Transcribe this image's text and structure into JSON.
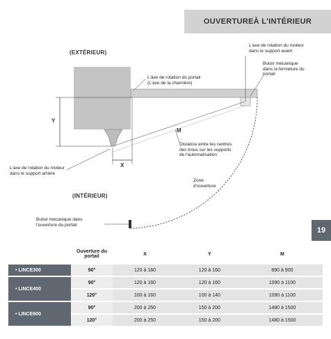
{
  "title": "OUVERTUREÀ L'INTÉRIEUR",
  "page_number": "19",
  "diagram": {
    "exterieur": "(EXTÉRIEUR)",
    "interieur": "(INTÉRIEUR)",
    "axe_rotation_portail": [
      "L'axe de rotation du portail",
      "(L'axe de la charnière)"
    ],
    "axe_rotation_moteur_avant": [
      "L'axe de rotation du moteur",
      "dans le support avant"
    ],
    "butoir_fermeture": [
      "Butoir mécanique",
      "dans la fermeture du",
      "portail"
    ],
    "distance_centres": [
      "Distance entre les centres",
      "des trous sur les supports",
      "de l'automatisation"
    ],
    "axe_rotation_moteur_arriere": [
      "L'axe de rotation du moteur",
      "dans le support arrière"
    ],
    "zone_ouverture": [
      "Zone",
      "d'ouverture"
    ],
    "butoir_ouverture": [
      "Butoir mécanique dans",
      "l'ouverture du portail"
    ],
    "dim_y": "Y",
    "dim_x": "X",
    "dim_m": "M"
  },
  "table": {
    "headers": [
      "",
      "Ouverture du portail",
      "X",
      "Y",
      "M"
    ],
    "groups": [
      {
        "model": "• LINCE300",
        "rows": [
          {
            "ouverture": "90°",
            "x": "120 à 160",
            "y": "120 à 160",
            "m": "890 à 900"
          }
        ]
      },
      {
        "model": "• LINCE400",
        "rows": [
          {
            "ouverture": "90°",
            "x": "120 à 160",
            "y": "120 à 160",
            "m": "1090 à 1100"
          },
          {
            "ouverture": "120°",
            "x": "100 à 160",
            "y": "100 à 140",
            "m": "1090 à 1100"
          }
        ]
      },
      {
        "model": "• LINCE600",
        "rows": [
          {
            "ouverture": "90°",
            "x": "200 à 250",
            "y": "150 à 200",
            "m": "1480 à 1500"
          },
          {
            "ouverture": "120°",
            "x": "200 à 250",
            "y": "150 à 200",
            "m": "1480 à 1500"
          }
        ]
      }
    ]
  }
}
